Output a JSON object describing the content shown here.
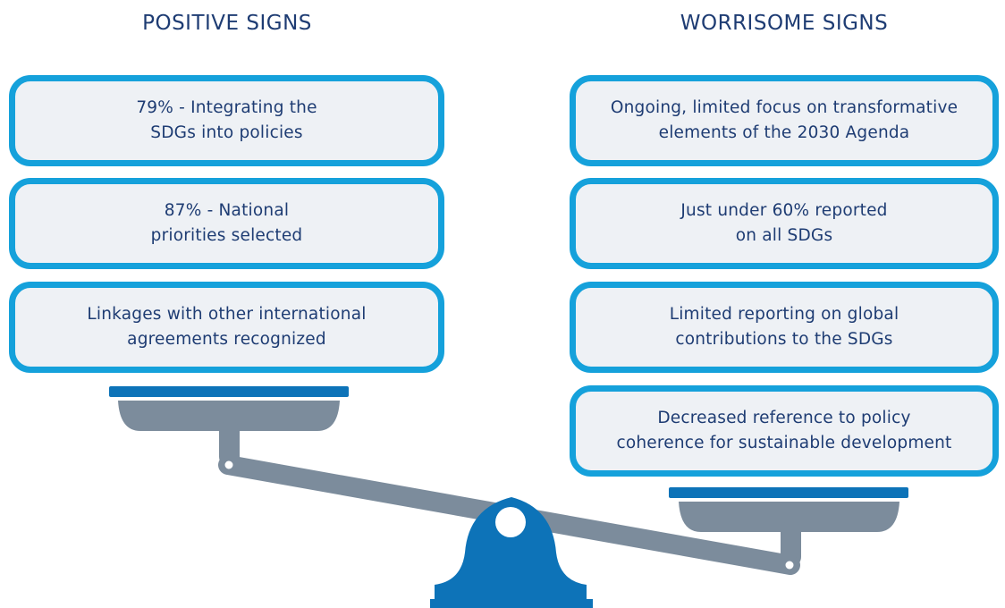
{
  "positive": {
    "title": "POSITIVE SIGNS",
    "items": [
      "79% - Integrating the\nSDGs into policies",
      "87% - National\npriorities selected",
      "Linkages with other international\nagreements recognized"
    ]
  },
  "worrisome": {
    "title": "WORRISOME SIGNS",
    "items": [
      "Ongoing, limited focus on transformative\nelements of the 2030 Agenda",
      "Just under 60% reported\non all SDGs",
      "Limited reporting on global\ncontributions to the SDGs",
      "Decreased reference to policy\ncoherence for sustainable development"
    ]
  },
  "colors": {
    "box_border": "#15a1db",
    "box_fill": "#eef1f5",
    "text": "#1e3c73",
    "pan_top": "#0d73b8",
    "pan_gray": "#7c8c9c",
    "base": "#0d73b8"
  }
}
